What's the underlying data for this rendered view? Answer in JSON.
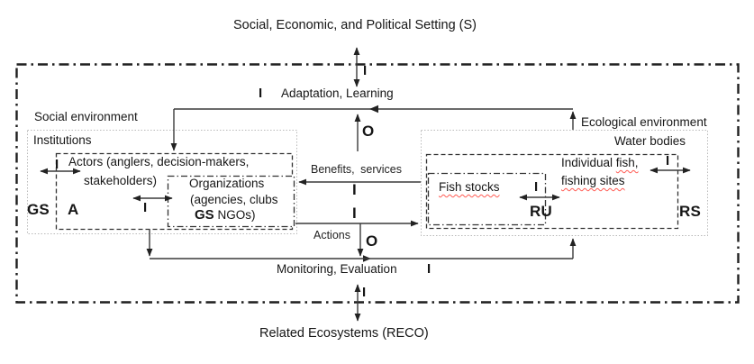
{
  "colors": {
    "background": "#ffffff",
    "line": "#3a3a3a",
    "outer_border": "#1f1f1f",
    "inner_box_border": "#333333",
    "muted_box_border": "#b9b9b9",
    "text": "#161616",
    "spellcheck_underline": "#ff5a52"
  },
  "external": {
    "top": "Social, Economic, and Political Setting (S)",
    "bottom": "Related Ecosystems (RECO)"
  },
  "flows": {
    "adaptation": "Adaptation, Learning",
    "benefits": "Benefits, services",
    "actions": "Actions",
    "monitoring": "Monitoring, Evaluation"
  },
  "letters": {
    "input": "I",
    "output": "O"
  },
  "social": {
    "environment": "Social environment",
    "institutions": "Institutions",
    "actors_line1": "Actors (anglers, decision-makers,",
    "actors_line2": "stakeholders)",
    "a": "A",
    "gs": "GS",
    "organizations_line1": "Organizations",
    "organizations_line2": "(agencies, clubs",
    "organizations_gs": "GS",
    "organizations_line3_rest": " NGOs)"
  },
  "ecological": {
    "environment": "Ecological environment",
    "water_bodies": "Water bodies",
    "individual_prefix": "Individual ",
    "individual_fish": "fish,",
    "individual_line2": "fishing sites",
    "fish_stocks": "Fish stocks",
    "ru": "RU",
    "rs": "RS"
  }
}
